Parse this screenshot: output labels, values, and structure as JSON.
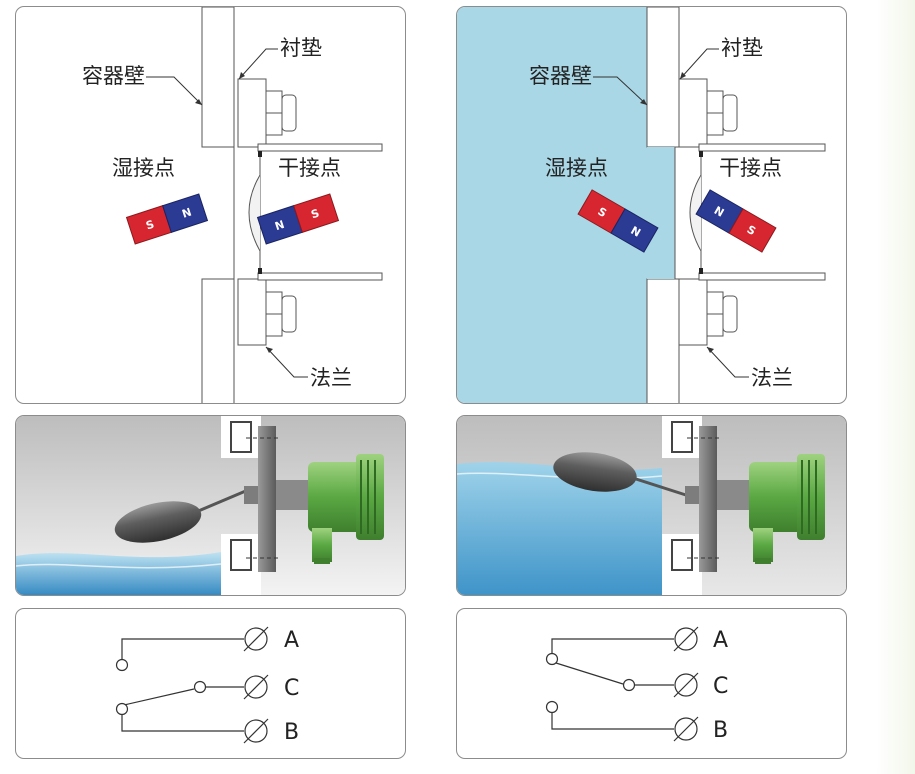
{
  "left": {
    "labels": {
      "container_wall": "容器壁",
      "gasket": "衬垫",
      "wet_contact": "湿接点",
      "dry_contact": "干接点",
      "flange": "法兰"
    },
    "magnets": {
      "wet": {
        "s": "S",
        "n": "N"
      },
      "dry": {
        "s": "S",
        "n": "N"
      }
    },
    "terminals": {
      "a": "A",
      "c": "C",
      "b": "B"
    }
  },
  "right": {
    "labels": {
      "container_wall": "容器壁",
      "gasket": "衬垫",
      "wet_contact": "湿接点",
      "dry_contact": "干接点",
      "flange": "法兰"
    },
    "magnets": {
      "wet": {
        "s": "S",
        "n": "N"
      },
      "dry": {
        "s": "S",
        "n": "N"
      }
    },
    "terminals": {
      "a": "A",
      "c": "C",
      "b": "B"
    }
  },
  "colors": {
    "magnet_red": "#d7262f",
    "magnet_blue": "#2b3a93",
    "container_liquid": "#a9d7e6",
    "switch_green": "#5aa843"
  }
}
